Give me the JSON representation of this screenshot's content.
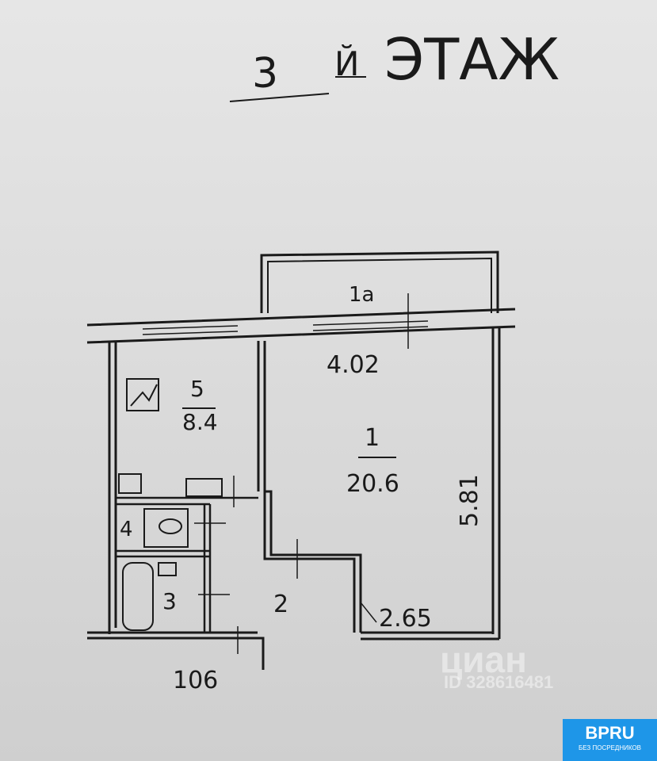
{
  "heading": {
    "floor_number": "3",
    "suffix": "Й",
    "word": "ЭТАЖ"
  },
  "rooms": [
    {
      "id": "1а",
      "area": "4.02"
    },
    {
      "id": "5",
      "area": "8.4"
    },
    {
      "id": "1",
      "area": "20.6"
    },
    {
      "id": "2"
    },
    {
      "id": "3"
    },
    {
      "id": "4"
    }
  ],
  "dimensions": {
    "right": "5.81",
    "bottom_right": "2.65",
    "bottom_left": "106"
  },
  "watermark": {
    "brand": "циан",
    "id": "ID 328616481"
  },
  "logo": {
    "name": "BPRU",
    "tagline": "БЕЗ ПОСРЕДНИКОВ"
  }
}
